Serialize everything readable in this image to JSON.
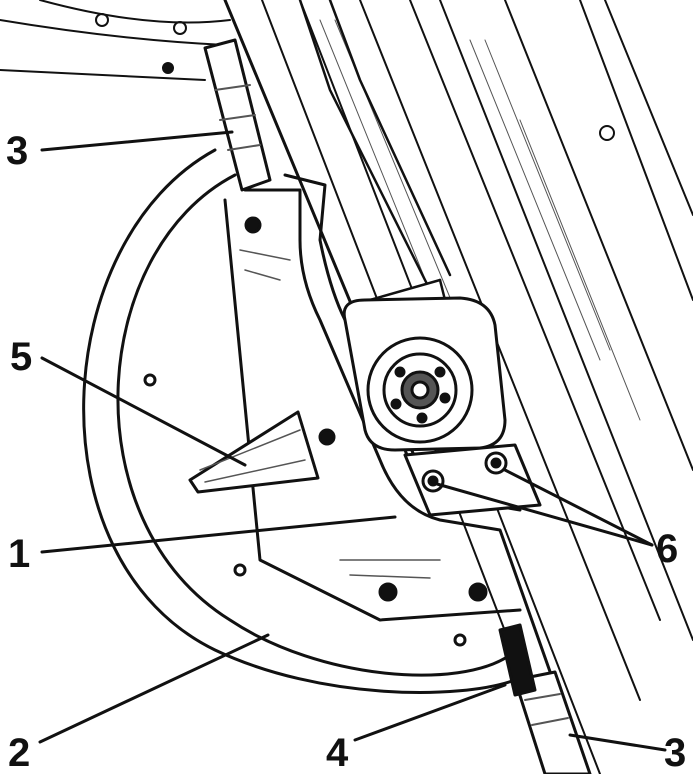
{
  "figure": {
    "callouts": [
      {
        "id": "c3a",
        "label": "3"
      },
      {
        "id": "c5",
        "label": "5"
      },
      {
        "id": "c1",
        "label": "1"
      },
      {
        "id": "c2",
        "label": "2"
      },
      {
        "id": "c4",
        "label": "4"
      },
      {
        "id": "c3b",
        "label": "3"
      },
      {
        "id": "c6",
        "label": "6"
      }
    ]
  },
  "colors": {
    "ink": "#111111",
    "paper": "#ffffff",
    "shade": "#555555"
  }
}
